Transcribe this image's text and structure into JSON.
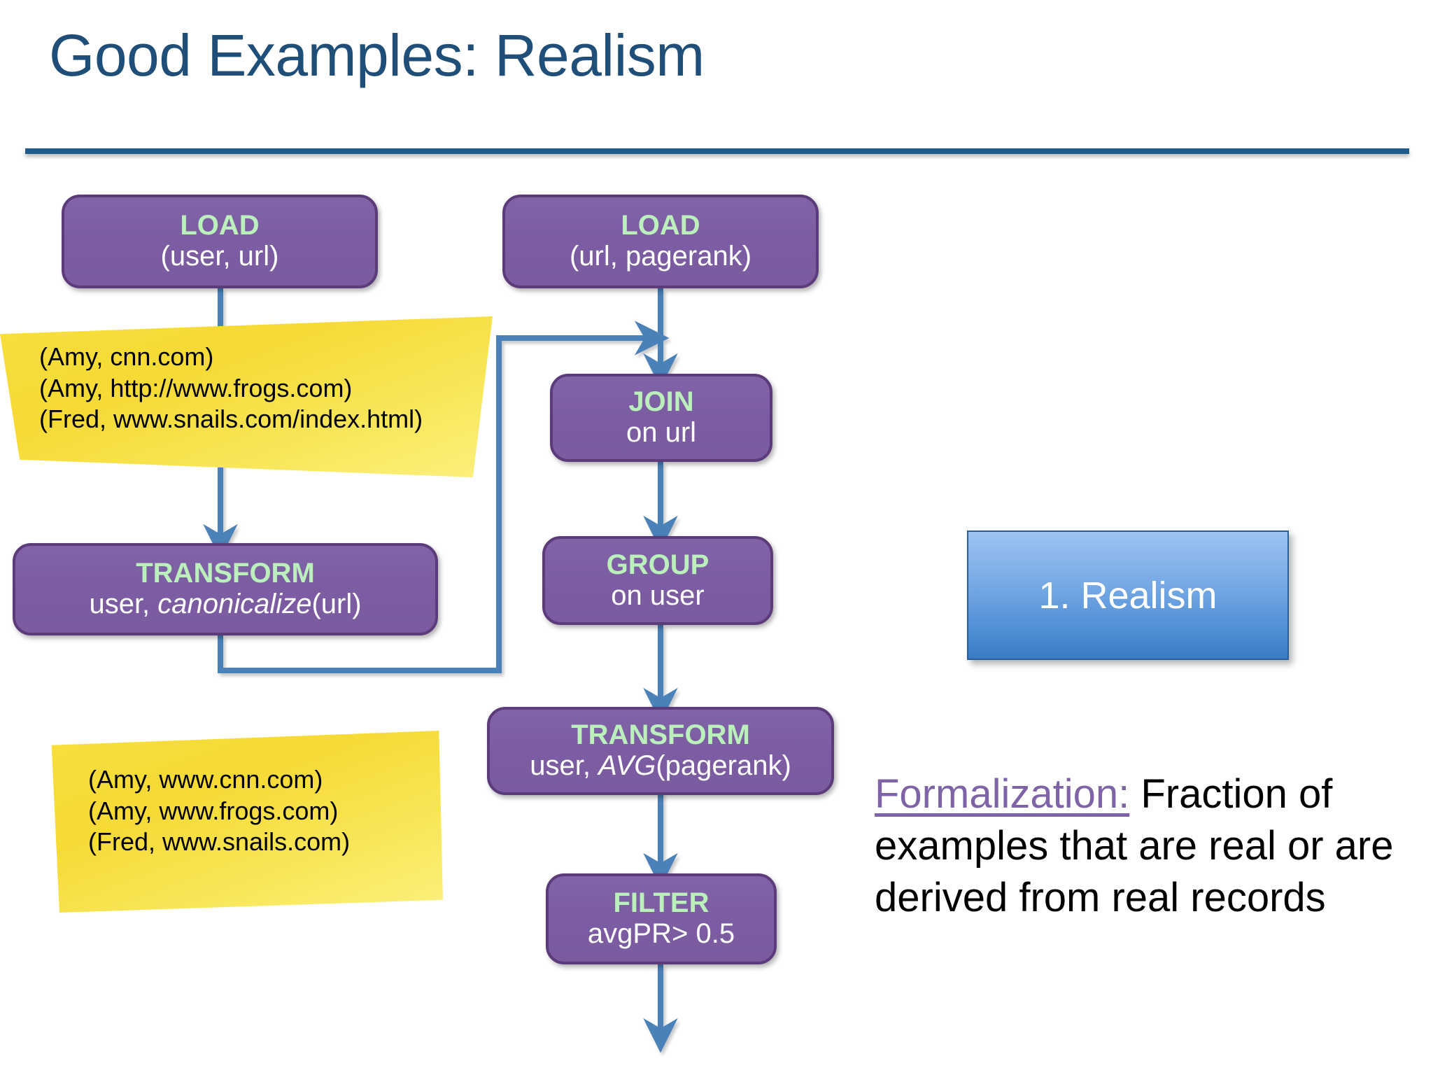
{
  "slide": {
    "title": "Good Examples: Realism",
    "accent_title_color": "#1F4E79",
    "rule_color": "#1F5C8B"
  },
  "flow": {
    "box_fill": "#7C5DA2",
    "box_border": "#5B3B7A",
    "op_color": "#BBF0BC",
    "arg_color": "#FFFFFF",
    "connector_color": "#4A81B8",
    "nodes": [
      {
        "id": "load-user-url",
        "op": "LOAD",
        "arg": "(user, url)"
      },
      {
        "id": "load-url-pagerank",
        "op": "LOAD",
        "arg": "(url, pagerank)"
      },
      {
        "id": "join-on-url",
        "op": "JOIN",
        "arg": "on url"
      },
      {
        "id": "group-on-user",
        "op": "GROUP",
        "arg": "on user"
      },
      {
        "id": "transform-canonicalize",
        "op": "TRANSFORM",
        "arg_prefix": "user, ",
        "arg_italic": "canonicalize",
        "arg_suffix": "(url)"
      },
      {
        "id": "transform-avg",
        "op": "TRANSFORM",
        "arg_prefix": "user, ",
        "arg_italic": "AVG",
        "arg_suffix": "(pagerank)"
      },
      {
        "id": "filter-avgpr",
        "op": "FILTER",
        "arg": "avgPR> 0.5"
      }
    ]
  },
  "notes": {
    "note_fill": "#F7DF3C",
    "note1": {
      "lines": [
        "(Amy, cnn.com)",
        "(Amy, http://www.frogs.com)",
        "(Fred, www.snails.com/index.html)"
      ]
    },
    "note2": {
      "lines": [
        "(Amy, www.cnn.com)",
        "(Amy, www.frogs.com)",
        "(Fred, www.snails.com)"
      ]
    }
  },
  "callout": {
    "label": "1. Realism",
    "fill_top": "#9CC4F2",
    "fill_bottom": "#3A7CC2",
    "text_color": "#FFFFFF"
  },
  "formalization": {
    "lead": "Formalization:",
    "lead_color": "#7E64A6",
    "body": " Fraction of examples that are real or are derived from real records"
  }
}
